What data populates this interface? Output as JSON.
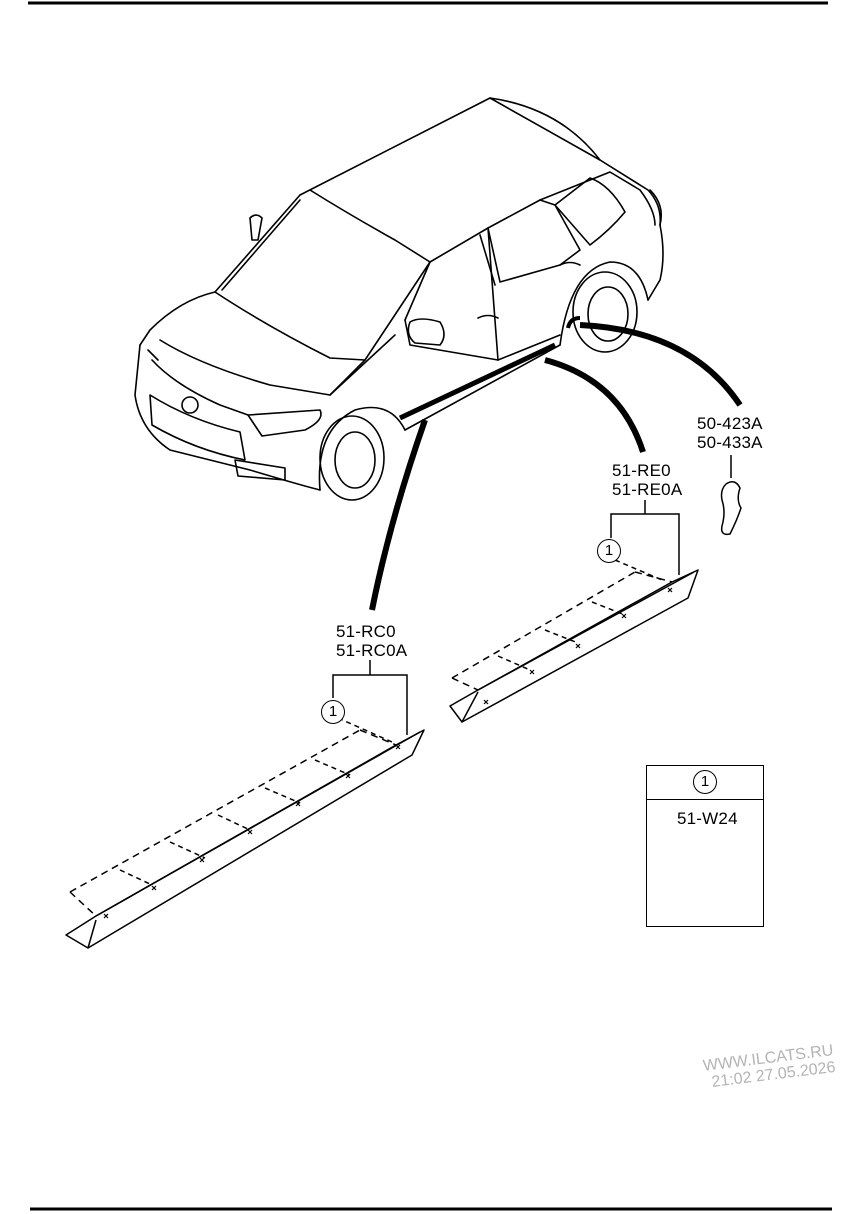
{
  "parts": {
    "front_moulding": {
      "codes": [
        "51-RC0",
        "51-RC0A"
      ],
      "clip_ref": "1"
    },
    "rear_moulding": {
      "codes": [
        "51-RE0",
        "51-RE0A"
      ],
      "clip_ref": "1"
    },
    "mudguard": {
      "codes": [
        "50-423A",
        "50-433A"
      ]
    }
  },
  "legend": {
    "ref": "1",
    "part": "51-W24"
  },
  "watermark": {
    "site": "WWW.ILCATS.RU",
    "timestamp": "21:02 27.05.2026"
  },
  "colors": {
    "line": "#000000",
    "watermark": "#b4b4b4",
    "background": "#ffffff"
  }
}
